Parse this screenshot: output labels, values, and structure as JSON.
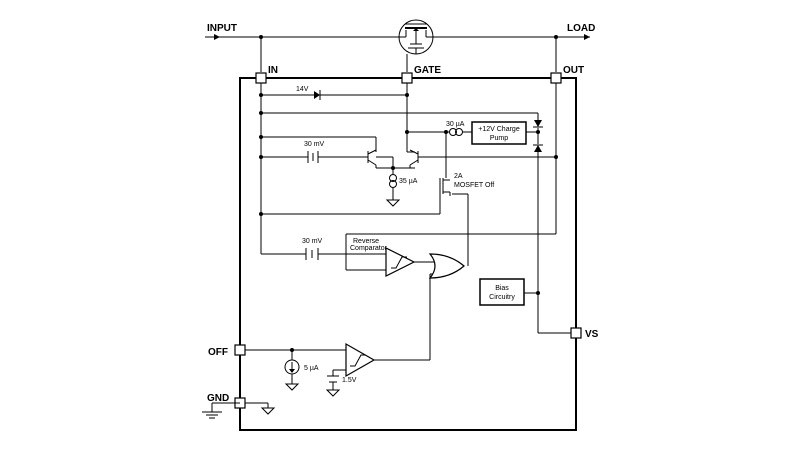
{
  "pins": {
    "input": "INPUT",
    "load": "LOAD",
    "in": "IN",
    "gate": "GATE",
    "out": "OUT",
    "off": "OFF",
    "gnd": "GND",
    "vs": "VS"
  },
  "labels": {
    "zener": "14V",
    "charge_current": "30 µA",
    "charge_pump": [
      "+12V Charge",
      "Pump"
    ],
    "offset_top": "30 mV",
    "bias_current": "35 µA",
    "mosfet_off": [
      "2A",
      "MOSFET Off"
    ],
    "offset_reverse": "30 mV",
    "reverse_comparator": [
      "Reverse",
      "Comparator"
    ],
    "bias_circuitry": [
      "Bias",
      "Circuitry"
    ],
    "off_current": "5 µA",
    "off_threshold": "1.5V"
  }
}
